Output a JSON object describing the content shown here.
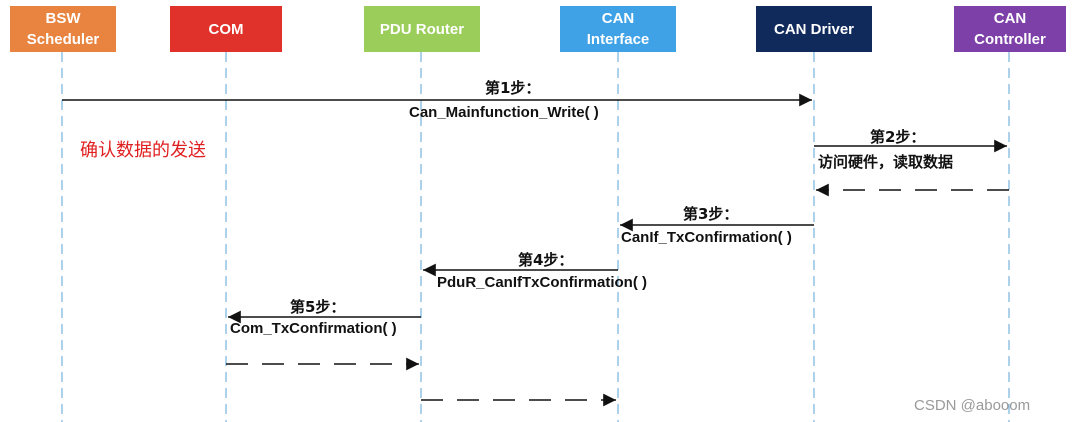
{
  "lifelines": [
    {
      "id": "bsw",
      "label": "BSW\nScheduler",
      "color": "#E8843F"
    },
    {
      "id": "com",
      "label": "COM",
      "color": "#E0312A"
    },
    {
      "id": "pdur",
      "label": "PDU Router",
      "color": "#9ACD5A"
    },
    {
      "id": "canif",
      "label": "CAN\nInterface",
      "color": "#3FA2E6"
    },
    {
      "id": "candrv",
      "label": "CAN Driver",
      "color": "#102A5C"
    },
    {
      "id": "canctrl",
      "label": "CAN\nController",
      "color": "#7D3FA8"
    }
  ],
  "messages": [
    {
      "step": "第1步：",
      "call": "Can_Mainfunction_Write( )",
      "from": "bsw",
      "to": "candrv",
      "style": "solid"
    },
    {
      "step": "第2步：",
      "call": "访问硬件，读取数据",
      "from": "candrv",
      "to": "canctrl",
      "style": "solid"
    },
    {
      "step": "",
      "call": "",
      "from": "canctrl",
      "to": "candrv",
      "style": "dashed"
    },
    {
      "step": "第3步：",
      "call": "CanIf_TxConfirmation( )",
      "from": "candrv",
      "to": "canif",
      "style": "solid"
    },
    {
      "step": "第4步：",
      "call": "PduR_CanIfTxConfirmation( )",
      "from": "canif",
      "to": "pdur",
      "style": "solid"
    },
    {
      "step": "第5步：",
      "call": "Com_TxConfirmation( )",
      "from": "pdur",
      "to": "com",
      "style": "solid"
    },
    {
      "step": "",
      "call": "",
      "from": "com",
      "to": "pdur",
      "style": "dashed"
    },
    {
      "step": "",
      "call": "",
      "from": "pdur",
      "to": "canif",
      "style": "dashed"
    }
  ],
  "note": "确认数据的发送",
  "watermark": "CSDN @abooom"
}
